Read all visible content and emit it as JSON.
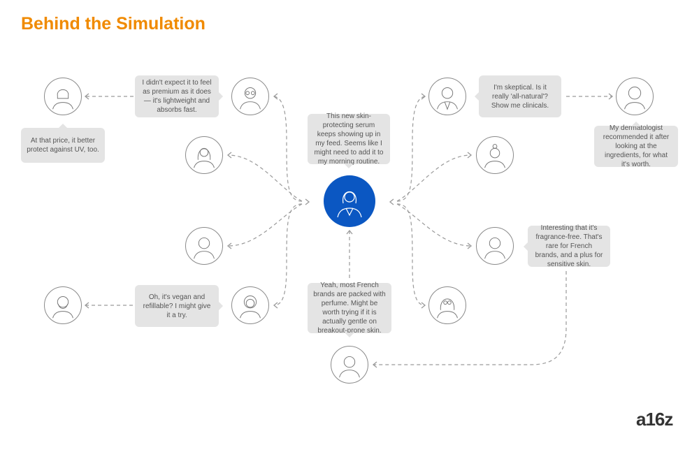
{
  "title": "Behind the Simulation",
  "colors": {
    "accent": "#f08a00",
    "center": "#0b57c2"
  },
  "center_bubble": "This new skin-protecting serum keeps showing up in my feed. Seems like I might need to add it to my morning routine.",
  "bubbles": {
    "premium": "I didn't expect it to feel as premium as it does — it's lightweight and absorbs fast.",
    "price": "At that price, it better protect against UV, too.",
    "skeptical": "I'm skeptical. Is it really 'all-natural'? Show me clinicals.",
    "dermatologist": "My dermatologist recommended it after looking at the ingredients, for what it's worth.",
    "fragrance": "Interesting that it's fragrance-free. That's rare for French brands, and a plus for sensitive skin.",
    "vegan": "Oh, it's vegan and refillable? I might give it a try.",
    "perfume": "Yeah, most French brands are packed with perfume. Might be worth trying if it is actually gentle on breakout-prone skin."
  },
  "logo": "a16z"
}
